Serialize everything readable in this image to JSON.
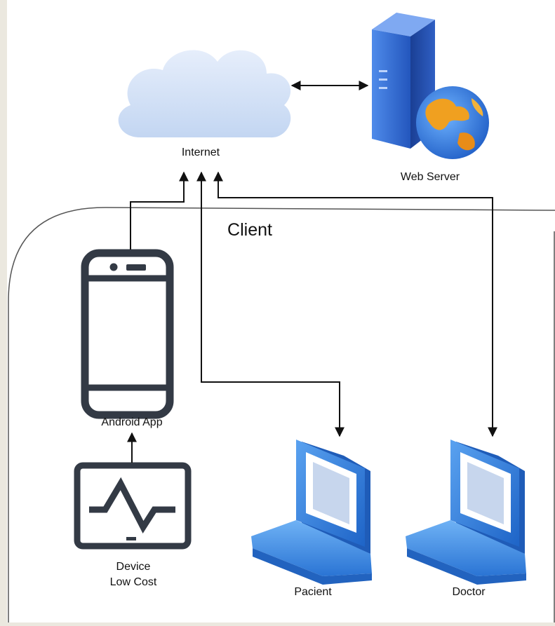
{
  "labels": {
    "internet": "Internet",
    "web_server": "Web Server",
    "client": "Client",
    "android_app": "Android App",
    "device_line1": "Device",
    "device_line2": "Low Cost",
    "pacient": "Pacient",
    "doctor": "Doctor"
  },
  "colors": {
    "background": "#ebe8df",
    "panel": "#ffffff",
    "cloud": "#d6e4f7",
    "server_blue": "#2f63c9",
    "laptop_blue": "#2f80dc",
    "device_dark": "#333a45",
    "line": "#111111"
  },
  "icons": [
    "cloud-icon",
    "server-globe-icon",
    "smartphone-icon",
    "monitor-signal-icon",
    "laptop-icon"
  ]
}
